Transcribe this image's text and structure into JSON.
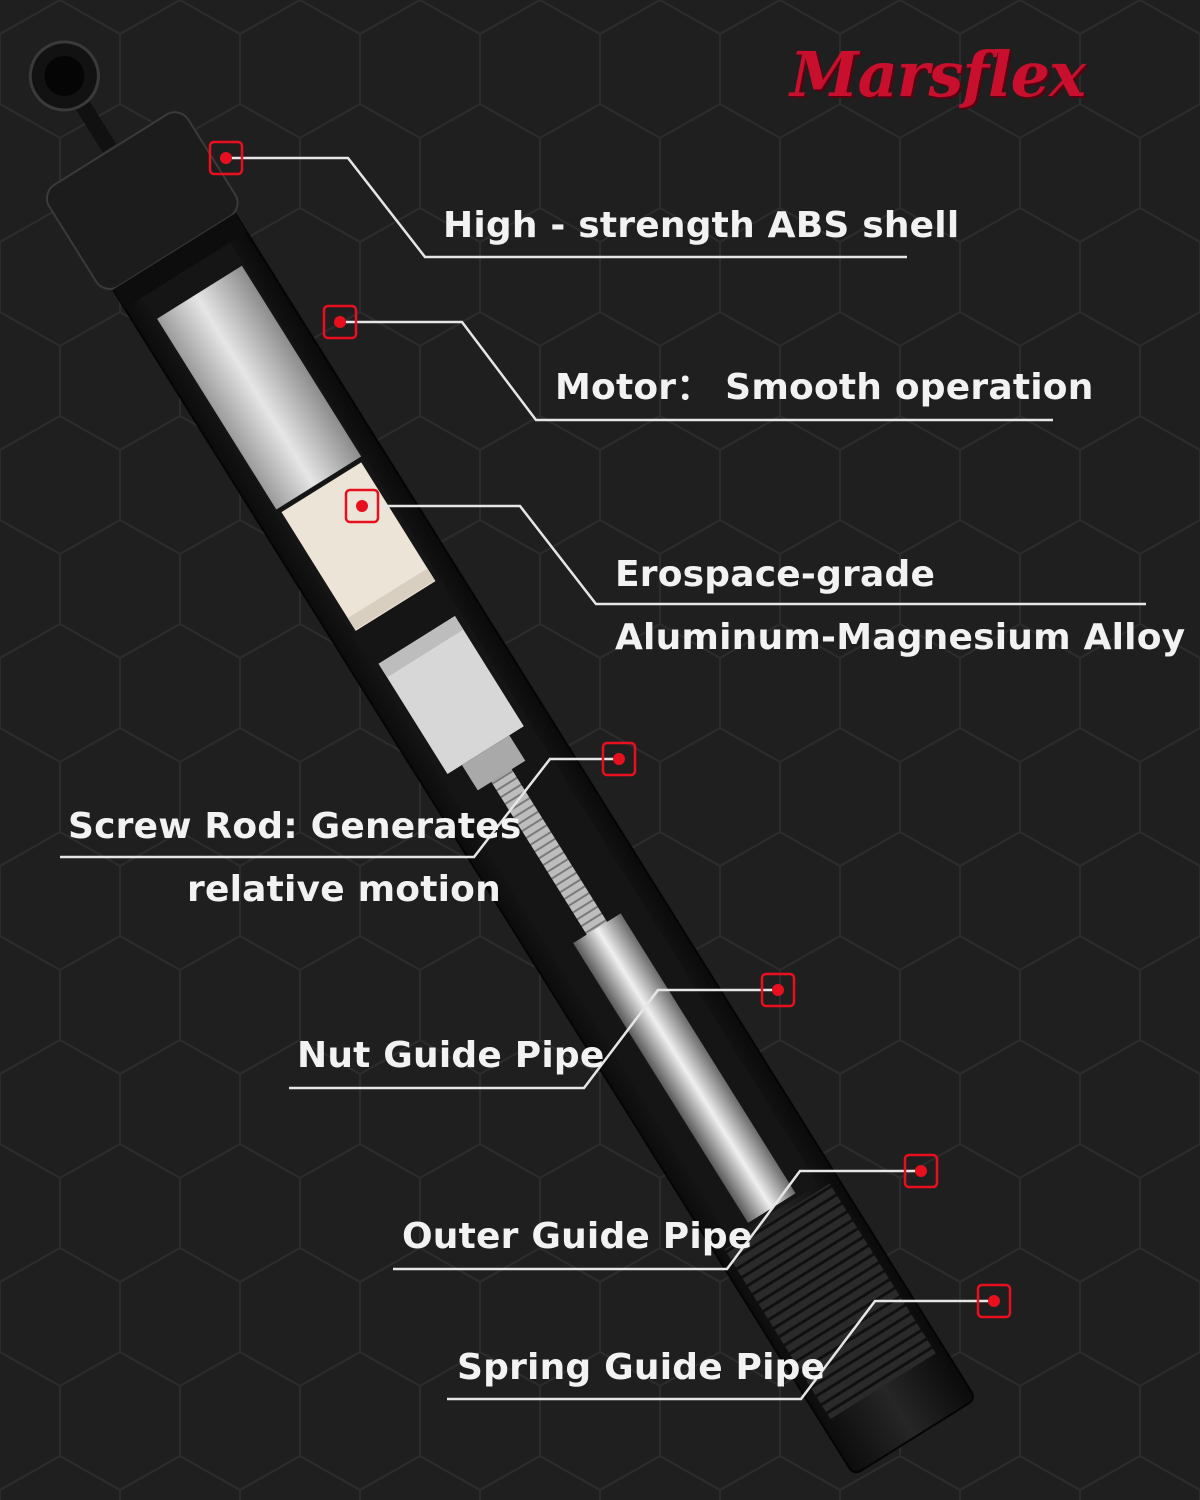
{
  "brand": {
    "name": "Marsflex",
    "color": "#c8102e"
  },
  "callouts": [
    {
      "id": "abs-shell",
      "lines": [
        "High - strength ABS shell"
      ]
    },
    {
      "id": "motor",
      "lines": [
        "Motor： Smooth operation"
      ]
    },
    {
      "id": "alloy",
      "lines": [
        "Erospace-grade",
        "Aluminum-Magnesium Alloy"
      ]
    },
    {
      "id": "screw-rod",
      "lines": [
        "Screw Rod: Generates",
        "relative motion"
      ]
    },
    {
      "id": "nut-guide-pipe",
      "lines": [
        "Nut Guide Pipe"
      ]
    },
    {
      "id": "outer-guide-pipe",
      "lines": [
        "Outer Guide Pipe"
      ]
    },
    {
      "id": "spring-guide-pipe",
      "lines": [
        "Spring Guide Pipe"
      ]
    }
  ],
  "colors": {
    "background": "#1f1f20",
    "marker": "#e8101e",
    "leader_line": "#e6e6e6",
    "text": "#f2f2f2"
  }
}
